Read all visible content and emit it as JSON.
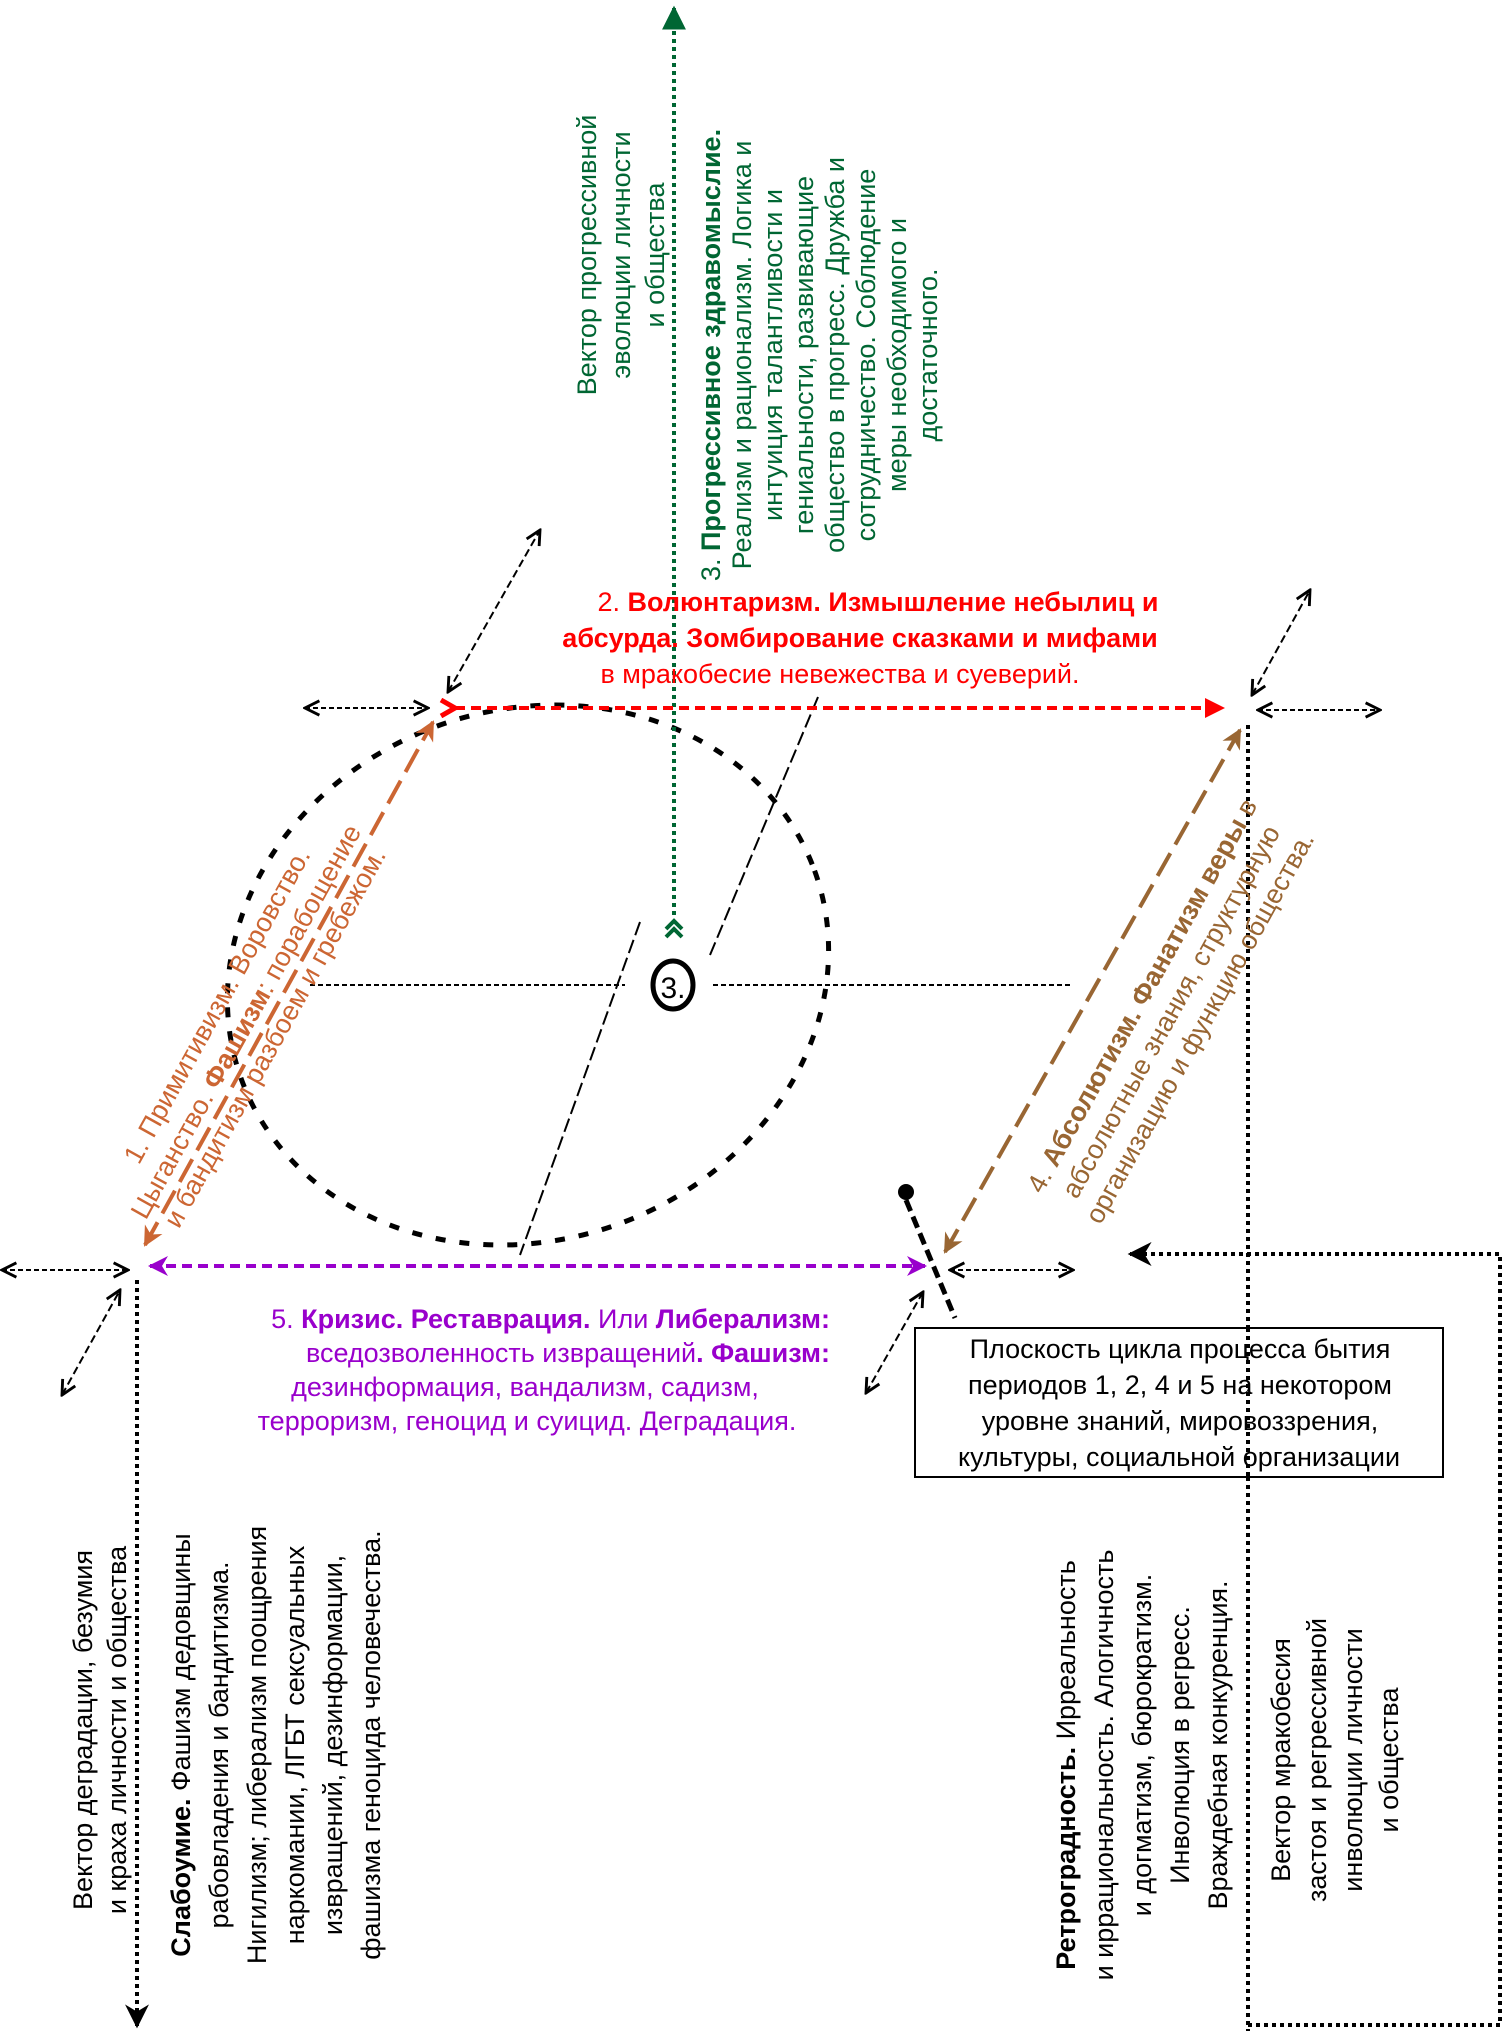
{
  "colors": {
    "progress": "#006633",
    "voluntarism": "#ff0000",
    "primitivism": "#cc6633",
    "absolutism": "#996633",
    "crisis": "#9900cc",
    "neutral": "#000000"
  },
  "center": {
    "label": "3."
  },
  "progress_vector": {
    "lines": [
      "Вектор прогрессивной",
      "эволюции личности",
      "и общества"
    ]
  },
  "period3": {
    "number": "3. ",
    "title": "Прогрессивное здравомыслие.",
    "lines": [
      "Реализм и рационализм. Логика и",
      "интуиция талантливости и",
      "гениальности, развивающие",
      "общество в прогресс. Дружба и",
      "сотрудничество.  Соблюдение",
      "меры необходимого и",
      "достаточного."
    ]
  },
  "period2": {
    "number": "2. ",
    "title_line1": "Волюнтаризм. Измышление небылиц и",
    "title_line2": "абсурда. Зомбирование сказками и мифами",
    "line3": "в мракобесие невежества и суеверий."
  },
  "period1": {
    "line1": "1. Примитивизм. Воровство.",
    "line2_pre": "Цыганство. ",
    "line2_bold": "Фашизм",
    "line2_post": ": порабощение",
    "line3": "и бандитизм разбоем и гребежом."
  },
  "period4": {
    "number": "4. ",
    "title": "Абсолютизм. Фанатизм веры",
    "title_post": " в",
    "line2": "абсолютные знания, структурную",
    "line3": "организацию и функцию общества."
  },
  "period5": {
    "number": "5. ",
    "bold1": "Кризис. Реставрация.",
    "mid1": " Или ",
    "bold2": "Либерализм:",
    "line2_pre": "вседозволенность извращений",
    "line2_bold": ". Фашизм:",
    "line3": "дезинформация, вандализм, садизм,",
    "line4": "терроризм, геноцид и суицид. Деградация."
  },
  "plane_box": {
    "lines": [
      "Плоскость цикла процесса бытия",
      "периодов 1, 2, 4 и 5 на некотором",
      "уровне знаний, мировоззрения,",
      "культуры, социальной организации"
    ]
  },
  "degradation_vector": {
    "lines": [
      "Вектор деградации, безумия",
      "и краха личности и общества"
    ]
  },
  "dementia": {
    "title": "Слабоумие.",
    "line1_post": " Фашизм дедовщины",
    "lines": [
      "рабовладения и бандитизма.",
      "Нигилизм; либерализм поощрения",
      "наркомании, ЛГБТ сексуальных",
      "извращений, дезинформации,",
      "фашизма геноцида человечества."
    ]
  },
  "retrogradeness": {
    "title": "Ретроградность.",
    "line1_post": " Ирреальность",
    "lines": [
      "и иррациональность. Алогичность",
      "и догматизм, бюрократизм.",
      "Инволюция в регресс.",
      "Враждебная конкуренция."
    ]
  },
  "regress_vector": {
    "lines": [
      "Вектор мракобесия",
      "застоя и регрессивной",
      "инволюции личности",
      "и общества"
    ]
  }
}
